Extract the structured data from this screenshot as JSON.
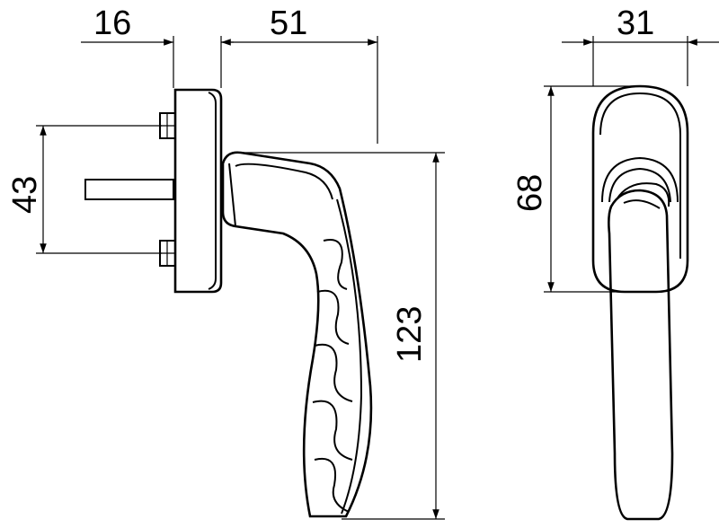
{
  "drawing": {
    "dimensions": {
      "rose_depth": "16",
      "handle_projection": "51",
      "side_width": "31",
      "screw_spacing": "43",
      "handle_length": "123",
      "rose_height": "68"
    },
    "line_color": "#000000",
    "background": "#ffffff"
  }
}
